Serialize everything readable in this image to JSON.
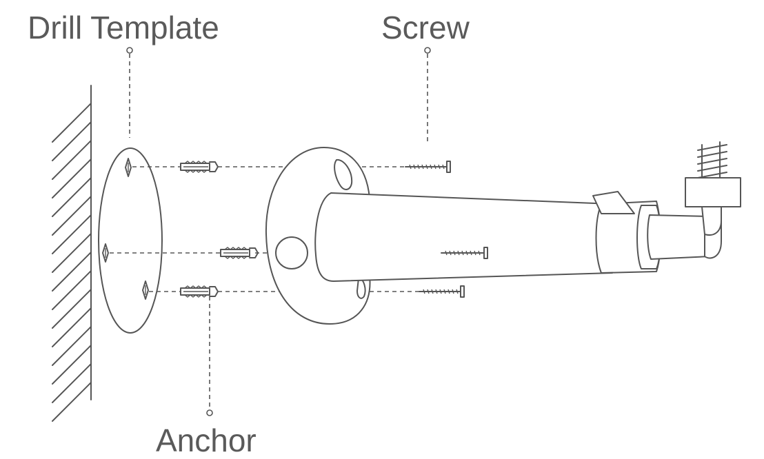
{
  "labels": {
    "drill_template": "Drill Template",
    "screw": "Screw",
    "anchor": "Anchor"
  },
  "colors": {
    "line": "#555555",
    "text": "#5a5a5a",
    "background": "#ffffff"
  }
}
